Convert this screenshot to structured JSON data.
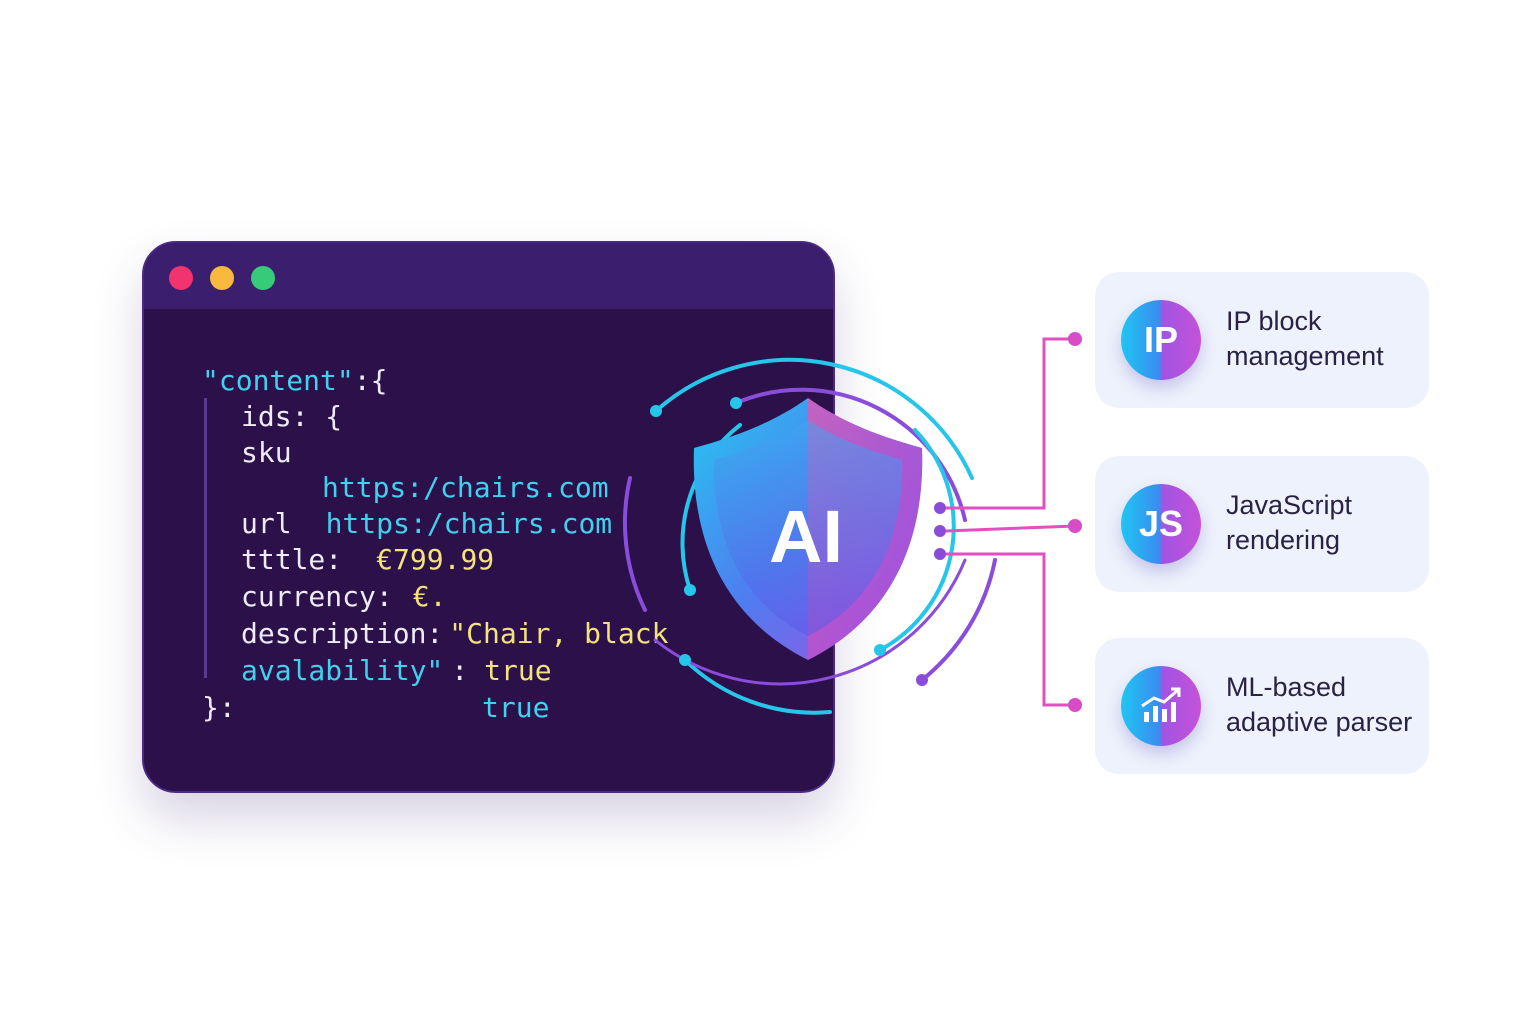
{
  "window": {
    "traffic_lights": [
      "#f2336e",
      "#f9b93c",
      "#37cb79"
    ],
    "code": {
      "l1_key": "\"content\"",
      "l1_rest": ":{",
      "l2": "ids: {",
      "l3": "sku",
      "l4_url": "https:/chairs.com",
      "l5_key": "url",
      "l5_url": "https:/chairs.com",
      "l6_key": "tttle:",
      "l6_val": "€799.99",
      "l7_key": "currency:",
      "l7_val": "€.",
      "l8_key": "description:",
      "l8_val": "\"Chair, black",
      "l9_key": "avalability\"",
      "l9_colon": ":",
      "l9_val": "true",
      "l10": "}:",
      "l10_val": "true"
    }
  },
  "shield": {
    "label": "AI",
    "icon": "shield-icon"
  },
  "features": [
    {
      "badge": "IP",
      "lines": [
        "IP block",
        "management"
      ]
    },
    {
      "badge": "JS",
      "lines": [
        "JavaScript",
        "rendering"
      ]
    },
    {
      "badge_icon": "chart-trend-icon",
      "lines": [
        "ML-based",
        "adaptive parser"
      ]
    }
  ],
  "colors": {
    "cyan": "#26c6ea",
    "purple": "#8a4ddb",
    "magenta": "#e24fc0",
    "window_bg": "#2b1049"
  }
}
